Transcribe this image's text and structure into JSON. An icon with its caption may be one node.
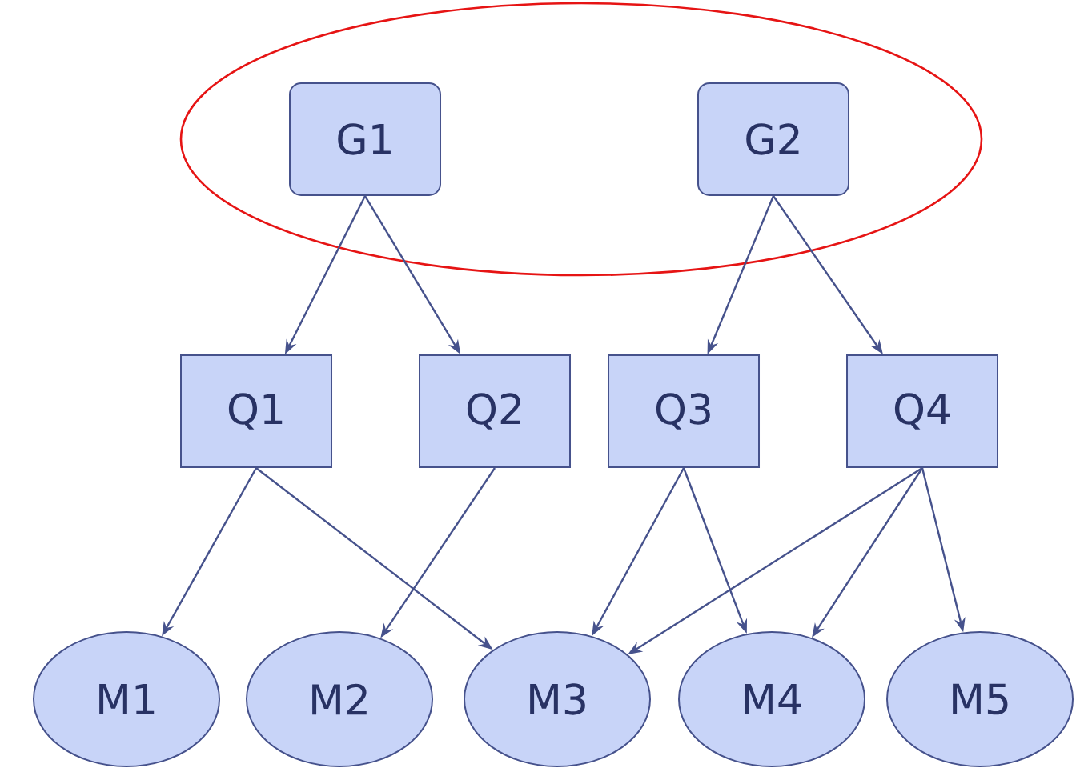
{
  "diagram": {
    "nodes": [
      {
        "text": [],
        "shape": "ellipse"
      },
      {
        "text": [
          "G1"
        ],
        "in": 0
      },
      {
        "text": [
          "G2"
        ],
        "in": 0
      },
      {
        "text": [
          "Q1"
        ]
      },
      {
        "text": [
          "Q2"
        ]
      },
      {
        "text": [
          "Q3"
        ]
      },
      {
        "text": [
          "Q4"
        ]
      },
      {
        "text": [
          "M1"
        ]
      },
      {
        "text": [
          "M2"
        ]
      },
      {
        "text": [
          "M3"
        ]
      },
      {
        "text": [
          "M4"
        ]
      },
      {
        "text": [
          "M5"
        ]
      }
    ],
    "edges": [
      {
        "from": 1,
        "to": 3,
        "arrow": "to"
      },
      {
        "from": 1,
        "to": 4,
        "arrow": "to"
      },
      {
        "from": 2,
        "to": 5,
        "arrow": "to"
      },
      {
        "from": 2,
        "to": 6,
        "arrow": "to"
      },
      {
        "from": 3,
        "to": 7,
        "arrow": "to"
      },
      {
        "from": 3,
        "to": 9,
        "arrow": "to"
      },
      {
        "from": 4,
        "to": 8,
        "arrow": "to"
      },
      {
        "from": 5,
        "to": 9,
        "arrow": "to"
      },
      {
        "from": 5,
        "to": 10,
        "arrow": "to"
      },
      {
        "from": 6,
        "to": 9,
        "arrow": "to"
      },
      {
        "from": 6,
        "to": 10,
        "arrow": "to"
      },
      {
        "from": 6,
        "to": 11,
        "arrow": "to"
      }
    ]
  }
}
